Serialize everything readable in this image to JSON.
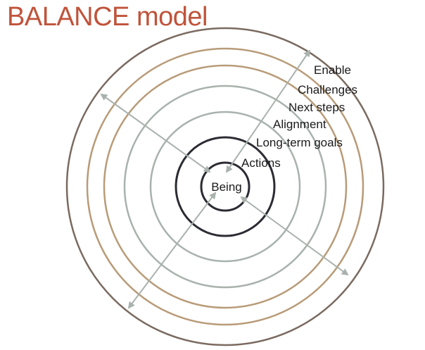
{
  "title": "BALANCE model",
  "center_label": "Being",
  "rings": [
    {
      "label": "Actions"
    },
    {
      "label": "Long-term goals"
    },
    {
      "label": "Alignment"
    },
    {
      "label": "Next steps"
    },
    {
      "label": "Challenges"
    },
    {
      "label": "Enable"
    }
  ],
  "colors": {
    "title": "#c0533a",
    "inner_ring": "#2b2b33",
    "grey_ring": "#a9b2ad",
    "tan_ring": "#b89b78",
    "outer_ring": "#7a6a60",
    "arrow": "#a9b2ad"
  }
}
